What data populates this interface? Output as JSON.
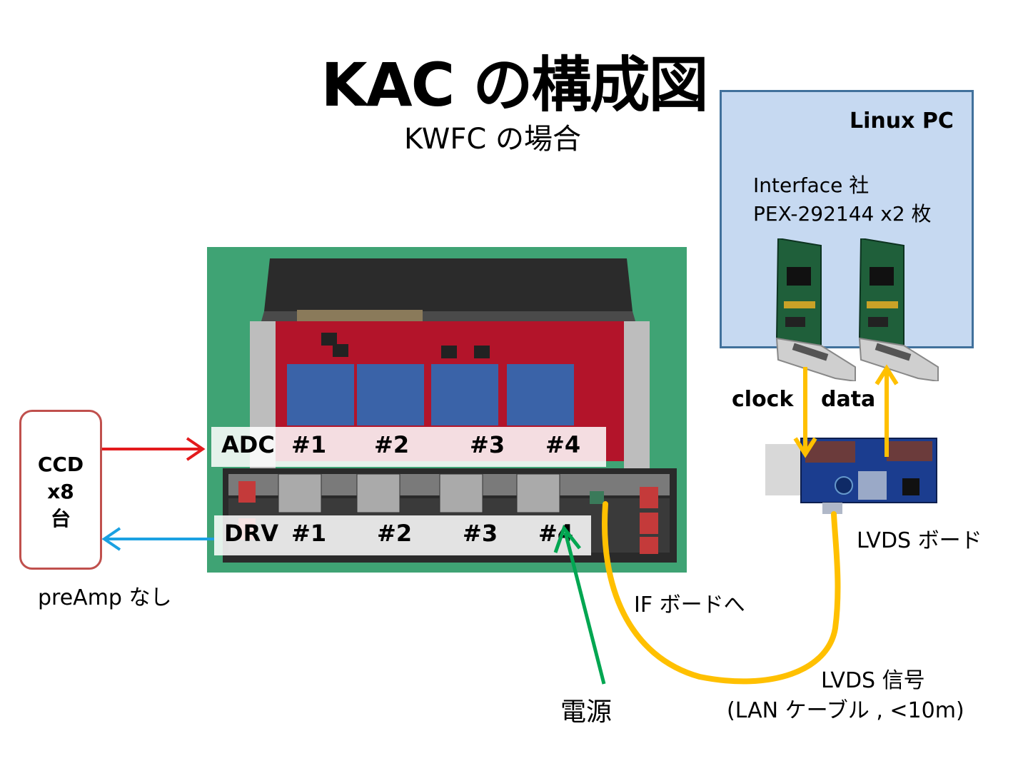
{
  "title": "KAC の構成図",
  "subtitle": "KWFC の場合",
  "pc": {
    "title": "Linux PC",
    "vendor_line1": "Interface 社",
    "vendor_line2": "PEX-292144  x2 枚"
  },
  "links": {
    "clock": "clock",
    "data": "data"
  },
  "lvds_board": "LVDS ボード",
  "ccd": {
    "line1": "CCD",
    "line2": "x8",
    "line3": "台",
    "note": "preAmp なし"
  },
  "adc": {
    "label": "ADC",
    "slots": [
      "#1",
      "#2",
      "#3",
      "#4"
    ]
  },
  "drv": {
    "label": "DRV",
    "slots": [
      "#1",
      "#2",
      "#3",
      "#4"
    ]
  },
  "if_board": "IF ボードへ",
  "power": "電源",
  "lvds_signal": {
    "line1": "LVDS 信号",
    "line2": "(LAN ケーブル , <10m)"
  },
  "colors": {
    "ccd_border": "#c0504d",
    "red_arrow": "#e31a1c",
    "blue_arrow": "#1ba1e2",
    "green_arrow": "#00a651",
    "yellow": "#ffc000",
    "pc_fill": "#c6d9f1",
    "pc_border": "#41719c"
  }
}
